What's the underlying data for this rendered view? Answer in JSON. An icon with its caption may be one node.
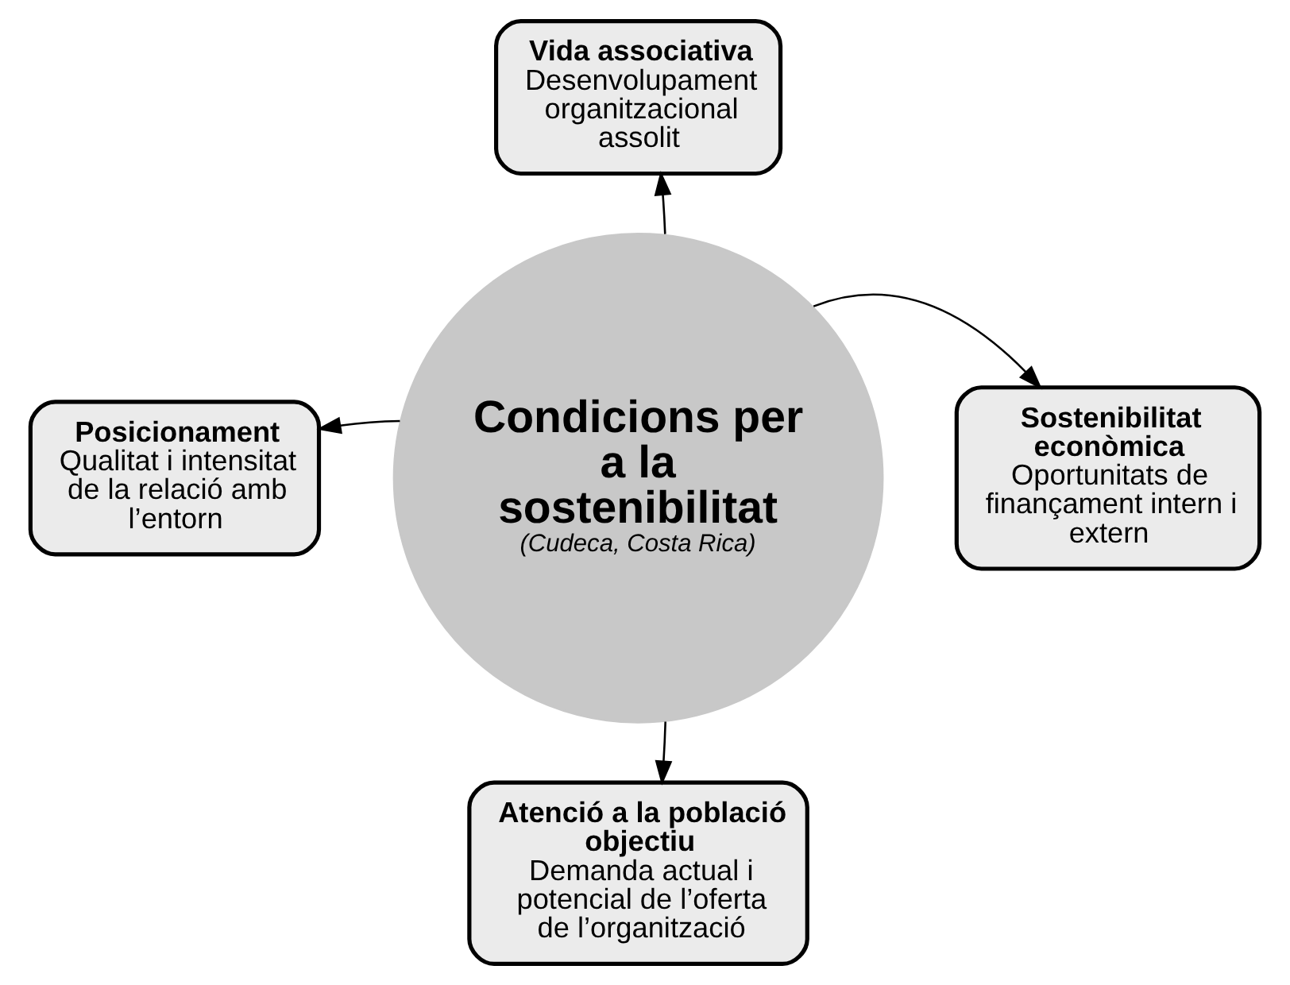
{
  "diagram": {
    "nodes": [
      {
        "text": [
          "Condicions per a la sostenibilitat",
          "(Cudeca, Costa Rica)"
        ]
      },
      {
        "text": [
          "Vida associativa",
          "Desenvolupament organitzacional assolit"
        ]
      },
      {
        "text": [
          "Posicionament",
          "Qualitat i intensitat de la relació amb l’entorn"
        ]
      },
      {
        "text": [
          "Sostenibilitat econòmica",
          "Oportunitats de finançament intern i extern"
        ]
      },
      {
        "text": [
          "Atenció a la població objectiu",
          "Demanda actual i potencial de l’oferta de l’organització"
        ]
      }
    ],
    "edges": [
      {
        "from": 0,
        "to": 1,
        "arrow": "to"
      },
      {
        "from": 0,
        "to": 2,
        "arrow": "to"
      },
      {
        "from": 0,
        "to": 3,
        "arrow": "to"
      },
      {
        "from": 0,
        "to": 4,
        "arrow": "to"
      }
    ]
  }
}
